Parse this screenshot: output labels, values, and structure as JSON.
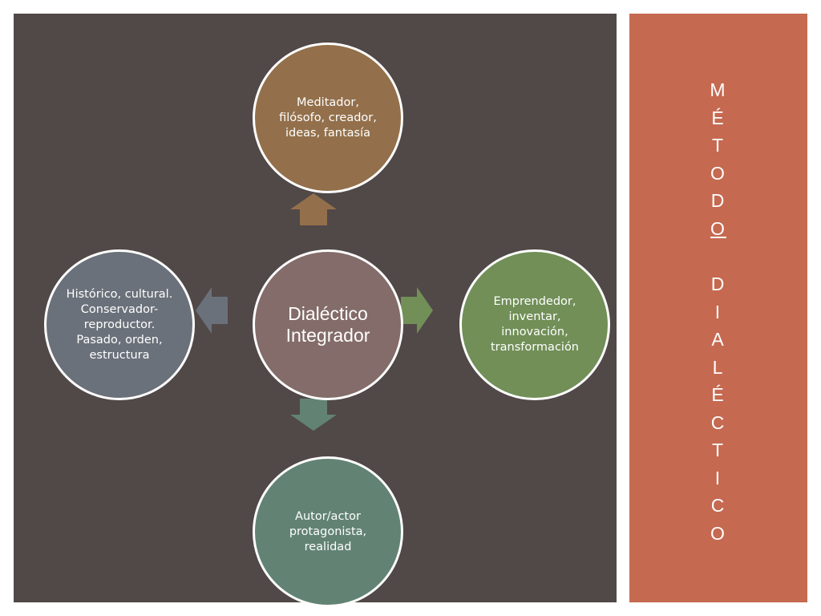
{
  "diagram": {
    "center": "Dialéctico Integrador",
    "top": "Meditador, filósofo, creador, ideas, fantasía",
    "right": "Emprendedor, inventar, innovación, transformación",
    "bottom": "Autor/actor protagonista, realidad",
    "left": "Histórico, cultural. Conservador-reproductor. Pasado, orden, estructura"
  },
  "sidebar": {
    "word1": [
      "M",
      "É",
      "T",
      "O",
      "D",
      "O"
    ],
    "word2": [
      "D",
      "I",
      "A",
      "L",
      "É",
      "C",
      "T",
      "I",
      "C",
      "O"
    ]
  },
  "colors": {
    "background": "#514848",
    "sidebar": "#c56950",
    "top": "#93704b",
    "right": "#718f57",
    "bottom": "#628373",
    "left": "#6b717a",
    "center": "#836c69"
  }
}
